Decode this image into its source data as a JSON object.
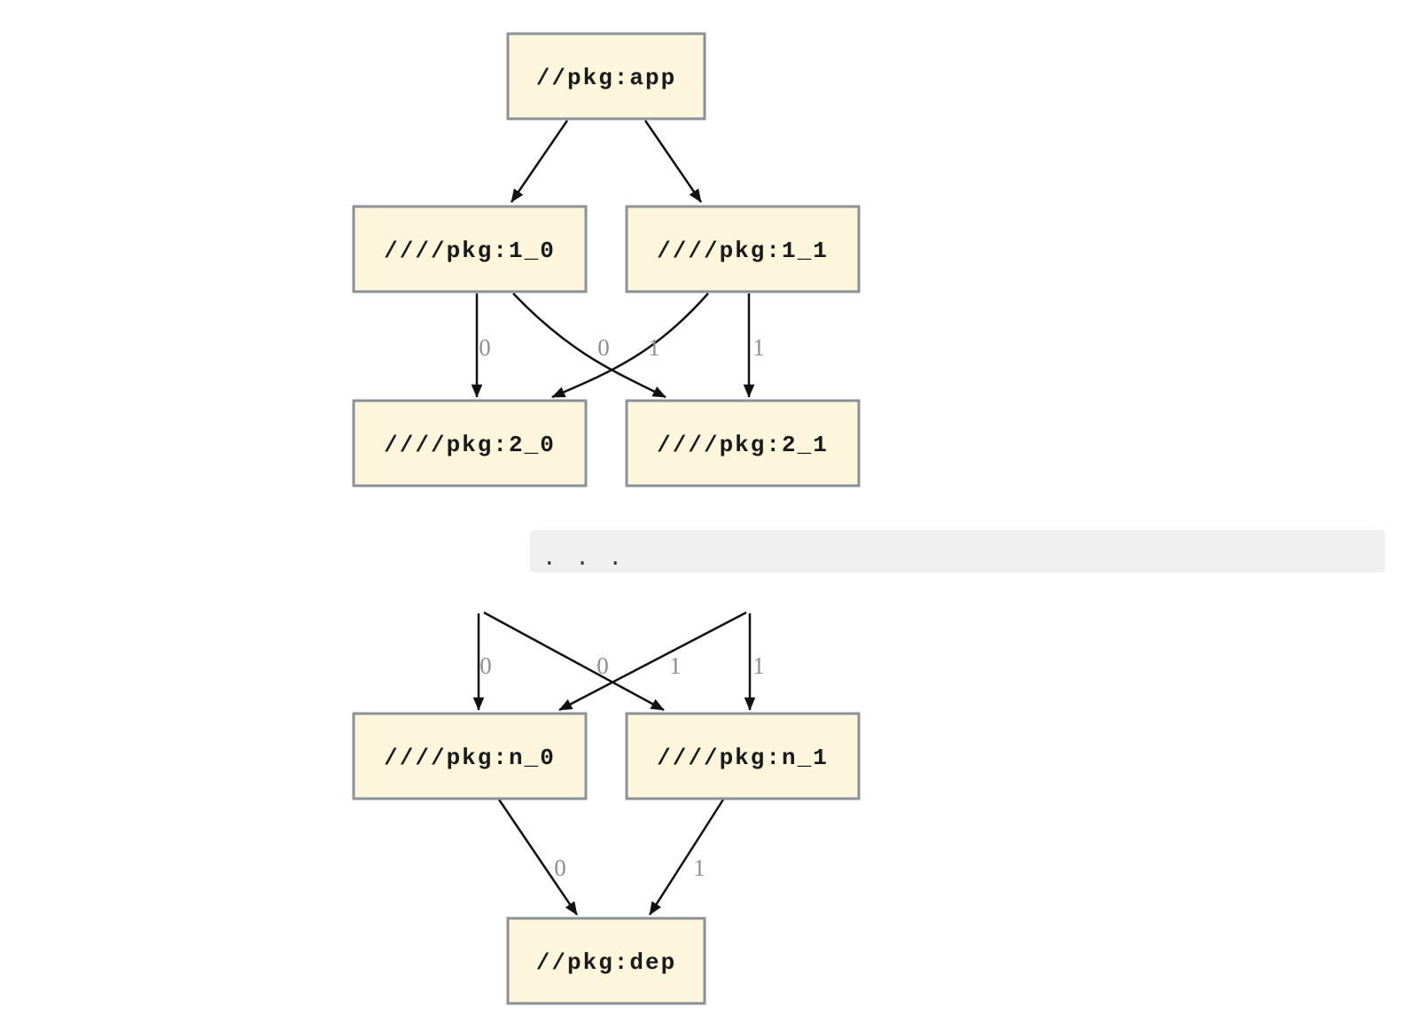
{
  "diagram": {
    "type": "dependency-graph",
    "nodes": {
      "app": "//pkg:app",
      "l1_0": "////pkg:1_0",
      "l1_1": "////pkg:1_1",
      "l2_0": "////pkg:2_0",
      "l2_1": "////pkg:2_1",
      "ln_0": "////pkg:n_0",
      "ln_1": "////pkg:n_1",
      "dep": "//pkg:dep"
    },
    "ellipsis": ". . .",
    "edge_labels": {
      "tier1": [
        "0",
        "0",
        "1",
        "1"
      ],
      "tier2": [
        "0",
        "0",
        "1",
        "1"
      ],
      "tier3": [
        "0",
        "1"
      ]
    },
    "edges": [
      {
        "from": "//pkg:app",
        "to": "////pkg:1_0",
        "label": ""
      },
      {
        "from": "//pkg:app",
        "to": "////pkg:1_1",
        "label": ""
      },
      {
        "from": "////pkg:1_0",
        "to": "////pkg:2_0",
        "label": "0"
      },
      {
        "from": "////pkg:1_0",
        "to": "////pkg:2_1",
        "label": "0"
      },
      {
        "from": "////pkg:1_1",
        "to": "////pkg:2_0",
        "label": "1"
      },
      {
        "from": "////pkg:1_1",
        "to": "////pkg:2_1",
        "label": "1"
      },
      {
        "from": "...",
        "to": "////pkg:n_0",
        "label": "0"
      },
      {
        "from": "...",
        "to": "////pkg:n_1",
        "label": "0"
      },
      {
        "from": "...",
        "to": "////pkg:n_0",
        "label": "1"
      },
      {
        "from": "...",
        "to": "////pkg:n_1",
        "label": "1"
      },
      {
        "from": "////pkg:n_0",
        "to": "//pkg:dep",
        "label": "0"
      },
      {
        "from": "////pkg:n_1",
        "to": "//pkg:dep",
        "label": "1"
      }
    ],
    "colors": {
      "node_fill": "#FDF6DD",
      "node_border": "#8B9196",
      "edge": "#111111",
      "edge_label": "#8F8F8F",
      "band_fill": "#F0F0F0",
      "background": "#FFFFFF"
    }
  }
}
